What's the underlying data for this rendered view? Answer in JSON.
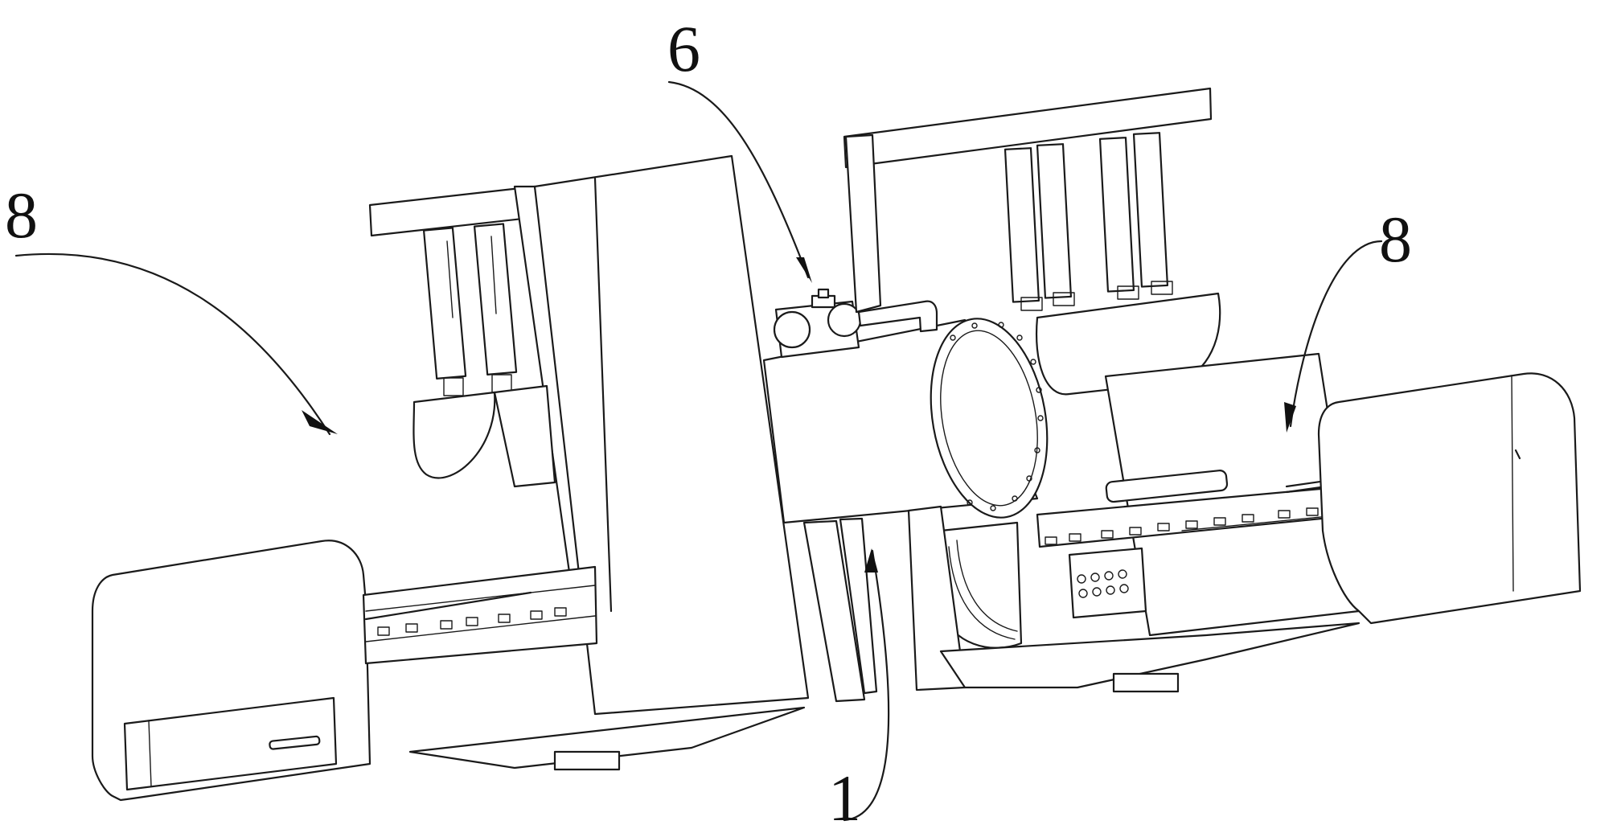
{
  "figure": {
    "labels": [
      {
        "id": "label-8-left",
        "text": "8"
      },
      {
        "id": "label-6",
        "text": "6"
      },
      {
        "id": "label-8-right",
        "text": "8"
      },
      {
        "id": "label-1",
        "text": "1"
      }
    ]
  }
}
